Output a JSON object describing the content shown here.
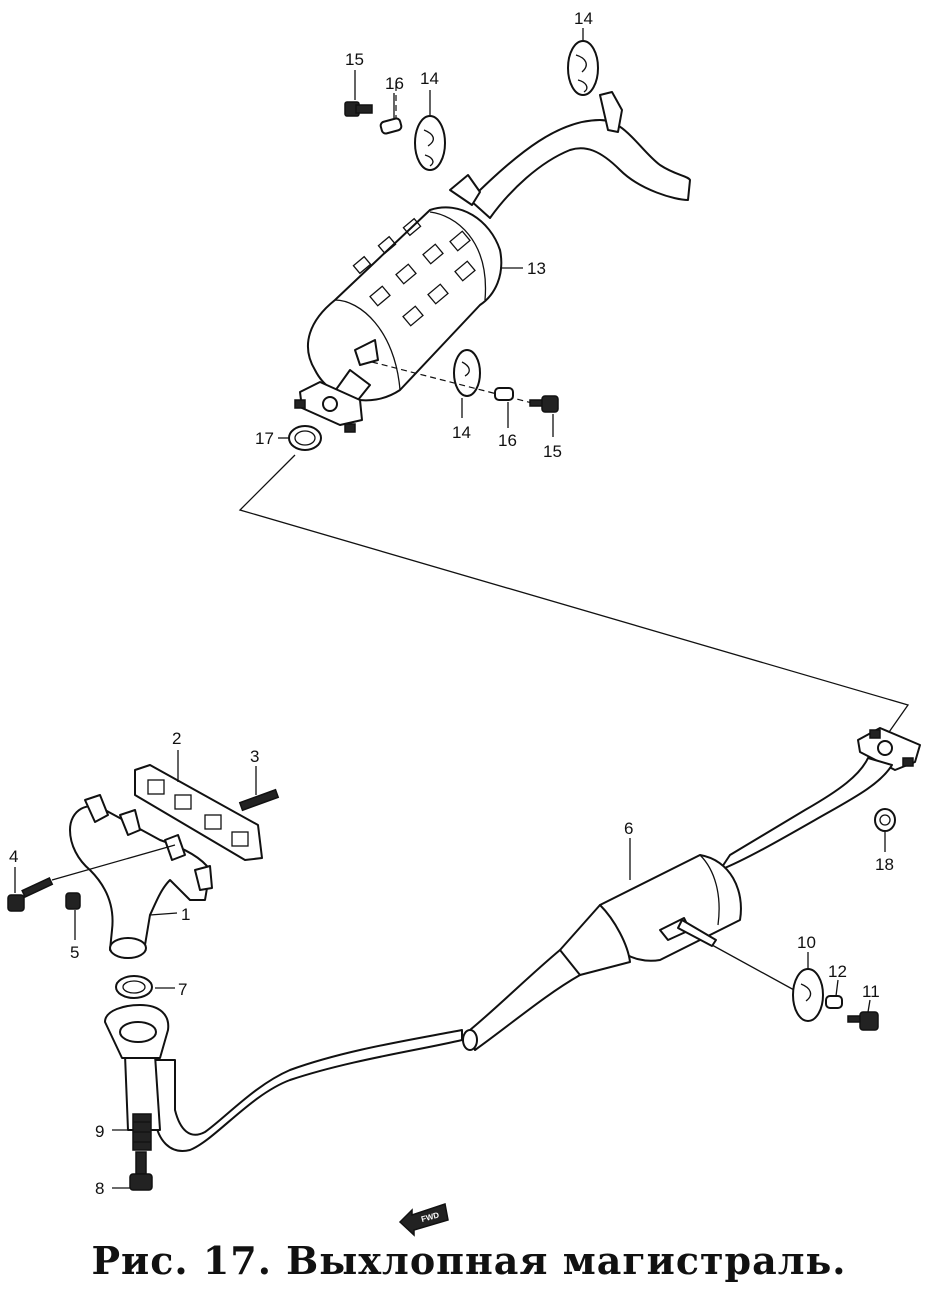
{
  "caption": "Рис. 17. Выхлопная магистраль.",
  "fwd_marker": "FWD",
  "labels": {
    "l1": "1",
    "l2": "2",
    "l3": "3",
    "l4": "4",
    "l5": "5",
    "l6": "6",
    "l7": "7",
    "l8": "8",
    "l9": "9",
    "l10": "10",
    "l11": "11",
    "l12": "12",
    "l13": "13",
    "l14a": "14",
    "l14b": "14",
    "l14c": "14",
    "l15a": "15",
    "l15b": "15",
    "l16a": "16",
    "l16b": "16",
    "l17": "17",
    "l18": "18"
  }
}
